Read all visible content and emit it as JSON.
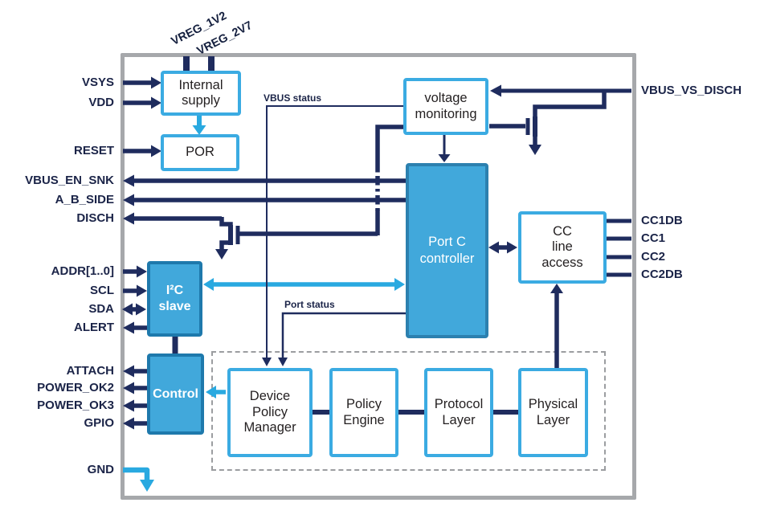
{
  "diagram": {
    "top_pins": [
      {
        "label": "VREG_1V2"
      },
      {
        "label": "VREG_2V7"
      }
    ],
    "left_pins": [
      {
        "label": "VSYS",
        "dir": "in"
      },
      {
        "label": "VDD",
        "dir": "in"
      },
      {
        "label": "RESET",
        "dir": "in"
      },
      {
        "label": "VBUS_EN_SNK",
        "dir": "out"
      },
      {
        "label": "A_B_SIDE",
        "dir": "out"
      },
      {
        "label": "DISCH",
        "dir": "out"
      },
      {
        "label": "ADDR[1..0]",
        "dir": "in"
      },
      {
        "label": "SCL",
        "dir": "in"
      },
      {
        "label": "SDA",
        "dir": "bidirectional"
      },
      {
        "label": "ALERT",
        "dir": "out"
      },
      {
        "label": "ATTACH",
        "dir": "out"
      },
      {
        "label": "POWER_OK2",
        "dir": "out"
      },
      {
        "label": "POWER_OK3",
        "dir": "out"
      },
      {
        "label": "GPIO",
        "dir": "out"
      },
      {
        "label": "GND",
        "dir": "ground"
      }
    ],
    "right_pins": [
      {
        "label": "VBUS_VS_DISCH",
        "dir": "in"
      },
      {
        "label": "CC1DB"
      },
      {
        "label": "CC1"
      },
      {
        "label": "CC2"
      },
      {
        "label": "CC2DB"
      }
    ],
    "blocks": {
      "internal_supply": {
        "label": "Internal\nsupply"
      },
      "por": {
        "label": "POR"
      },
      "voltage_monitoring": {
        "label": "voltage\nmonitoring"
      },
      "port_c_controller": {
        "label": "Port C\ncontroller"
      },
      "cc_line_access": {
        "label": "CC\nline\naccess"
      },
      "i2c_slave": {
        "label": "I²C\nslave"
      },
      "control": {
        "label": "Control"
      },
      "device_policy_manager": {
        "label": "Device\nPolicy\nManager"
      },
      "policy_engine": {
        "label": "Policy\nEngine"
      },
      "protocol_layer": {
        "label": "Protocol\nLayer"
      },
      "physical_layer": {
        "label": "Physical\nLayer"
      }
    },
    "bus_labels": {
      "vbus_status": "VBUS status",
      "port_status": "Port status"
    },
    "colors": {
      "navy_wire": "#1F2C5E",
      "cyan_wire": "#29A9E0",
      "light_box_border": "#3BABE2",
      "solid_box_fill": "#41A8DB",
      "solid_box_border": "#1E79AC",
      "chip_border_gray": "#A6A8AB",
      "pin_label_text": "#1B2448",
      "block_text": "#231F20"
    }
  }
}
